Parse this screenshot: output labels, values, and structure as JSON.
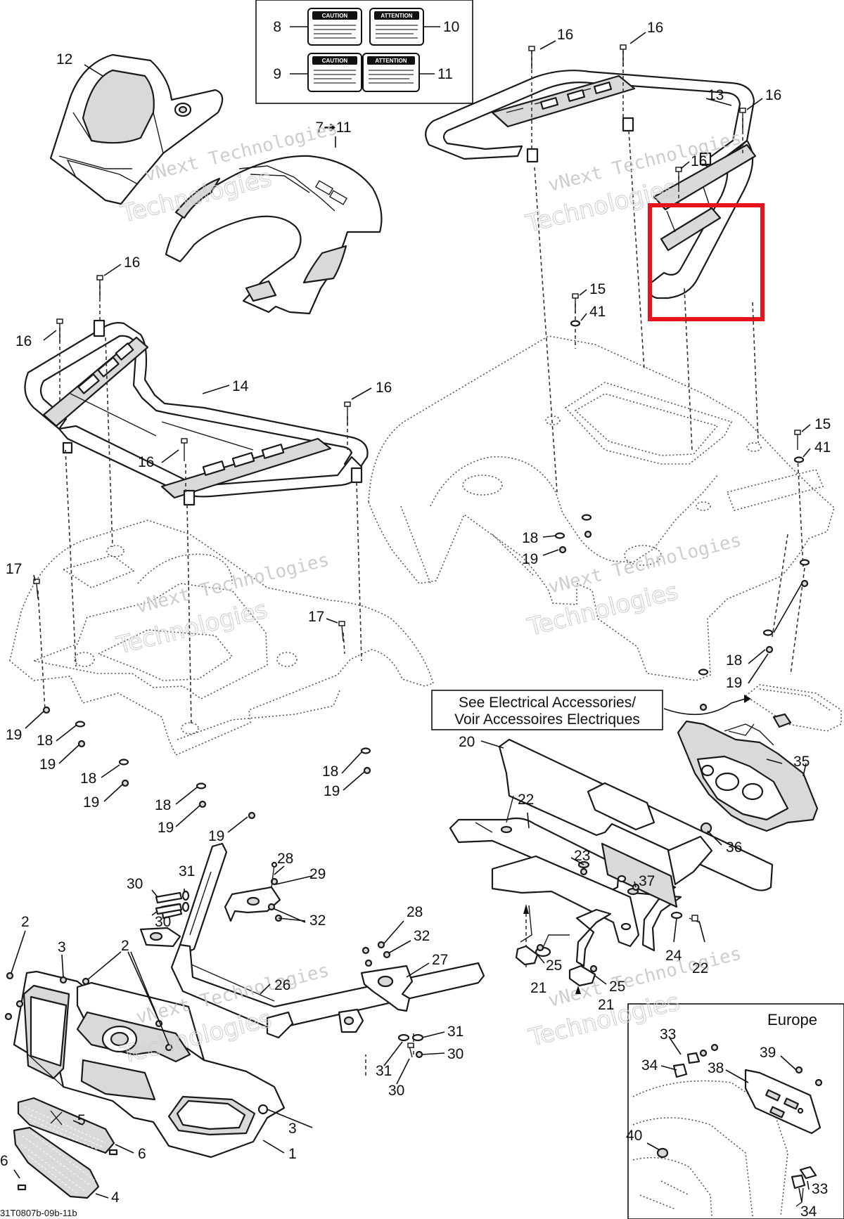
{
  "diagram": {
    "note_box": {
      "line1": "See Electrical Accessories/",
      "line2": "Voir Accessoires Electriques"
    },
    "inset_title": "Europe",
    "drawing_code": "31T0807b-09b-11b",
    "decal_group_label": "7➔11",
    "decals": [
      {
        "label": "CAUTION"
      },
      {
        "label": "ATTENTION"
      },
      {
        "label": "CAUTION"
      },
      {
        "label": "ATTENTION"
      }
    ],
    "watermark": {
      "line1": "vNext Technologies",
      "line2": "Technologies"
    },
    "highlight_color": "#e8141b",
    "callouts": [
      {
        "id": "c8",
        "text": "8"
      },
      {
        "id": "c10",
        "text": "10"
      },
      {
        "id": "c9",
        "text": "9"
      },
      {
        "id": "c11",
        "text": "11"
      },
      {
        "id": "c12",
        "text": "12"
      },
      {
        "id": "c16a",
        "text": "16"
      },
      {
        "id": "c16b",
        "text": "16"
      },
      {
        "id": "c13",
        "text": "13"
      },
      {
        "id": "c16c",
        "text": "16"
      },
      {
        "id": "c16d",
        "text": "16"
      },
      {
        "id": "c16e",
        "text": "16"
      },
      {
        "id": "c16f",
        "text": "16"
      },
      {
        "id": "c14",
        "text": "14"
      },
      {
        "id": "c16g",
        "text": "16"
      },
      {
        "id": "c16h",
        "text": "16"
      },
      {
        "id": "c15a",
        "text": "15"
      },
      {
        "id": "c41a",
        "text": "41"
      },
      {
        "id": "c15b",
        "text": "15"
      },
      {
        "id": "c41b",
        "text": "41"
      },
      {
        "id": "c18a",
        "text": "18"
      },
      {
        "id": "c19a",
        "text": "19"
      },
      {
        "id": "c17a",
        "text": "17"
      },
      {
        "id": "c17b",
        "text": "17"
      },
      {
        "id": "c18b",
        "text": "18"
      },
      {
        "id": "c19b",
        "text": "19"
      },
      {
        "id": "c19c",
        "text": "19"
      },
      {
        "id": "c18c",
        "text": "18"
      },
      {
        "id": "c19d",
        "text": "19"
      },
      {
        "id": "c18d",
        "text": "18"
      },
      {
        "id": "c19e",
        "text": "19"
      },
      {
        "id": "c18e",
        "text": "18"
      },
      {
        "id": "c19f",
        "text": "19"
      },
      {
        "id": "c18f",
        "text": "18"
      },
      {
        "id": "c19g",
        "text": "19"
      },
      {
        "id": "c19h",
        "text": "19"
      },
      {
        "id": "c20",
        "text": "20"
      },
      {
        "id": "c35",
        "text": "35"
      },
      {
        "id": "c22a",
        "text": "22"
      },
      {
        "id": "c36",
        "text": "36"
      },
      {
        "id": "c23",
        "text": "23"
      },
      {
        "id": "c37",
        "text": "37"
      },
      {
        "id": "c24",
        "text": "24"
      },
      {
        "id": "c22b",
        "text": "22"
      },
      {
        "id": "c25a",
        "text": "25"
      },
      {
        "id": "c21",
        "text": "21"
      },
      {
        "id": "c25b",
        "text": "25"
      },
      {
        "id": "c21b",
        "text": "21"
      },
      {
        "id": "c28a",
        "text": "28"
      },
      {
        "id": "c31a",
        "text": "31"
      },
      {
        "id": "c29",
        "text": "29"
      },
      {
        "id": "c30a",
        "text": "30"
      },
      {
        "id": "c30b",
        "text": "30"
      },
      {
        "id": "c32a",
        "text": "32"
      },
      {
        "id": "c28b",
        "text": "28"
      },
      {
        "id": "c32b",
        "text": "32"
      },
      {
        "id": "c27",
        "text": "27"
      },
      {
        "id": "c26",
        "text": "26"
      },
      {
        "id": "c31b",
        "text": "31"
      },
      {
        "id": "c30c",
        "text": "30"
      },
      {
        "id": "c31c",
        "text": "31"
      },
      {
        "id": "c30d",
        "text": "30"
      },
      {
        "id": "c2a",
        "text": "2"
      },
      {
        "id": "c3a",
        "text": "3"
      },
      {
        "id": "c2b",
        "text": "2"
      },
      {
        "id": "c5",
        "text": "5"
      },
      {
        "id": "c3b",
        "text": "3"
      },
      {
        "id": "c6a",
        "text": "6"
      },
      {
        "id": "c6b",
        "text": "6"
      },
      {
        "id": "c1",
        "text": "1"
      },
      {
        "id": "c4",
        "text": "4"
      },
      {
        "id": "c33a",
        "text": "33"
      },
      {
        "id": "c34a",
        "text": "34"
      },
      {
        "id": "c38",
        "text": "38"
      },
      {
        "id": "c39",
        "text": "39"
      },
      {
        "id": "c40",
        "text": "40"
      },
      {
        "id": "c33b",
        "text": "33"
      },
      {
        "id": "c34b",
        "text": "34"
      }
    ]
  }
}
